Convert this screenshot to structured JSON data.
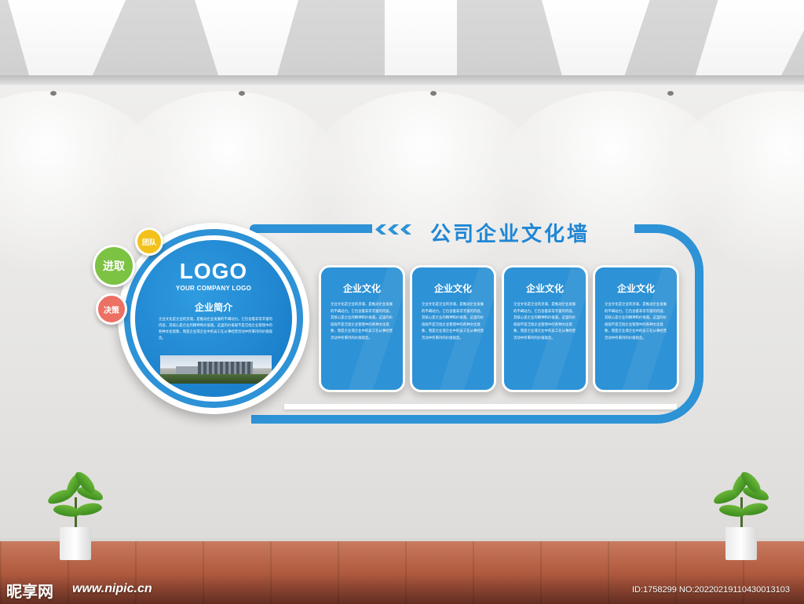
{
  "display": {
    "title": "公司企业文化墙",
    "logo": "LOGO",
    "company_logo_sub": "YOUR COMPANY LOGO",
    "intro_title": "企业简介",
    "intro_body": "企业文化是企业的灵魂，是推动企业发展的不竭动力。它包含着非常丰富的内容，其核心是企业的精神和价值观。这里的价值观不是泛指企业管理中的各种文化现象，而是企业或企业中的员工在从事经营活动中所秉持的价值观念。",
    "bubbles": [
      {
        "label": "团队",
        "color": "#f2c21b"
      },
      {
        "label": "进取",
        "color": "#7cc243"
      },
      {
        "label": "决策",
        "color": "#ec7063"
      }
    ],
    "panels": [
      {
        "title": "企业文化",
        "body": "企业文化是企业的灵魂，是推动企业发展的不竭动力。它包含着非常丰富的内容，其核心是企业的精神和价值观。这里的价值观不是泛指企业管理中的各种文化现象，而是企业或企业中的员工在从事经营活动中所秉持的价值观念。"
      },
      {
        "title": "企业文化",
        "body": "企业文化是企业的灵魂，是推动企业发展的不竭动力。它包含着非常丰富的内容，其核心是企业的精神和价值观。这里的价值观不是泛指企业管理中的各种文化现象，而是企业或企业中的员工在从事经营活动中所秉持的价值观念。"
      },
      {
        "title": "企业文化",
        "body": "企业文化是企业的灵魂，是推动企业发展的不竭动力。它包含着非常丰富的内容，其核心是企业的精神和价值观。这里的价值观不是泛指企业管理中的各种文化现象，而是企业或企业中的员工在从事经营活动中所秉持的价值观念。"
      },
      {
        "title": "企业文化",
        "body": "企业文化是企业的灵魂，是推动企业发展的不竭动力。它包含着非常丰富的内容，其核心是企业的精神和价值观。这里的价值观不是泛指企业管理中的各种文化现象，而是企业或企业中的员工在从事经营活动中所秉持的价值观念。"
      }
    ],
    "accent_color": "#2d92d6"
  },
  "watermark": {
    "brand": "昵享网",
    "url": "www.nipic.cn",
    "id_text": "ID:1758299 NO:20220219110430013103"
  }
}
